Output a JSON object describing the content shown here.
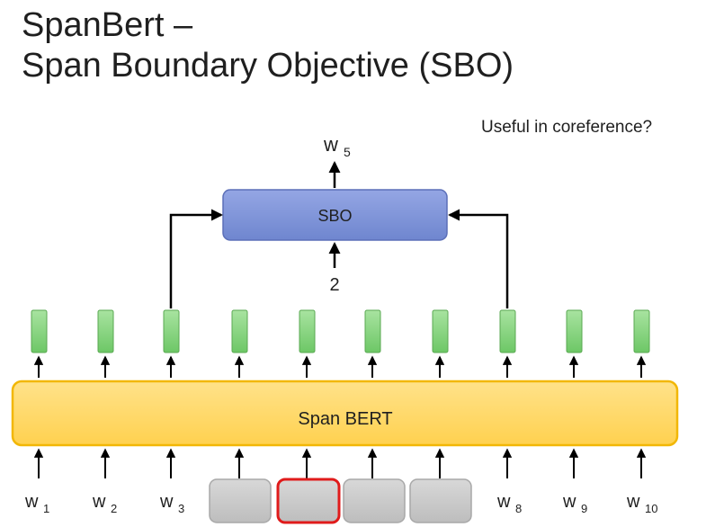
{
  "title": {
    "line1": "SpanBert –",
    "line2": "Span Boundary Objective (SBO)"
  },
  "note": "Useful in coreference?",
  "sbo": {
    "label": "SBO",
    "output_token": {
      "base": "w",
      "sub": "5"
    },
    "position_label": "2"
  },
  "encoder": {
    "label": "Span BERT"
  },
  "input_tokens": [
    {
      "base": "w",
      "sub": "1",
      "masked": false
    },
    {
      "base": "w",
      "sub": "2",
      "masked": false
    },
    {
      "base": "w",
      "sub": "3",
      "masked": false
    },
    {
      "base": "",
      "sub": "",
      "masked": true,
      "highlighted": false
    },
    {
      "base": "",
      "sub": "",
      "masked": true,
      "highlighted": true
    },
    {
      "base": "",
      "sub": "",
      "masked": true,
      "highlighted": false
    },
    {
      "base": "",
      "sub": "",
      "masked": true,
      "highlighted": false
    },
    {
      "base": "w",
      "sub": "8",
      "masked": false
    },
    {
      "base": "w",
      "sub": "9",
      "masked": false
    },
    {
      "base": "w",
      "sub": "10",
      "masked": false
    }
  ],
  "colors": {
    "encoder_fill": "#ffd966",
    "encoder_stroke": "#f2b705",
    "sbo_fill": "#7f94d6",
    "sbo_stroke": "#5b6fb8",
    "vector_fill": "#93d98b",
    "vector_stroke": "#5aa852",
    "mask_fill": "#c8c8c8",
    "mask_stroke": "#a8a8a8",
    "highlight_stroke": "#e01b1b"
  }
}
